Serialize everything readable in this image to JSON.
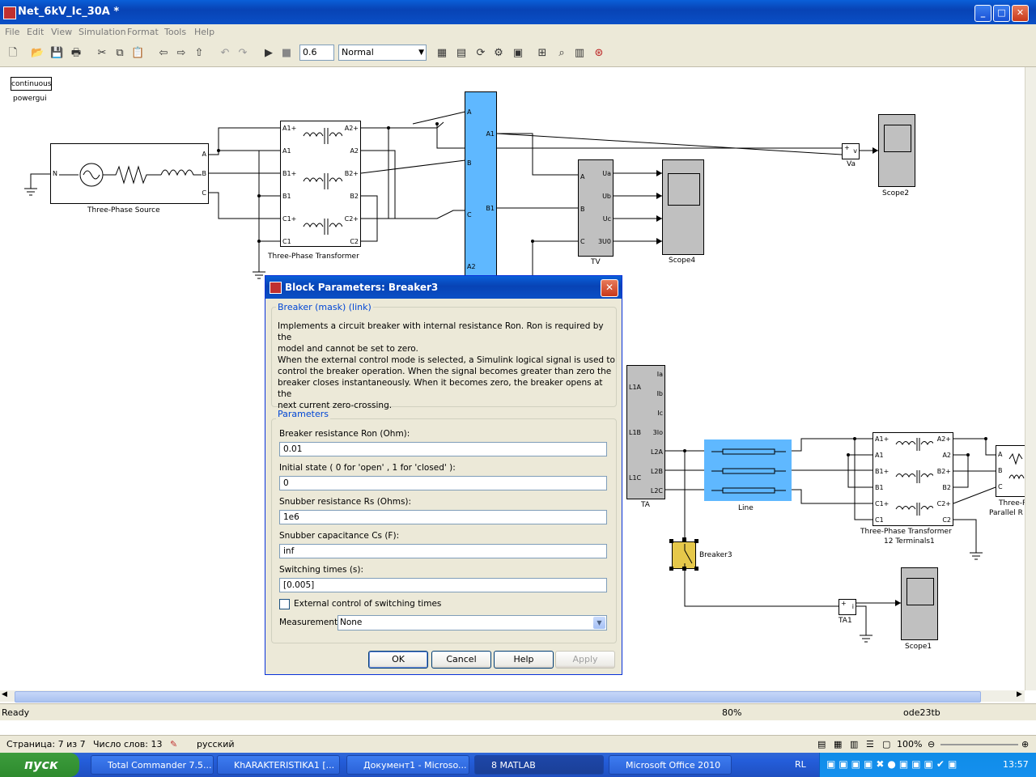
{
  "window": {
    "title": "Net_6kV_Ic_30A *"
  },
  "menu": [
    "File",
    "Edit",
    "View",
    "Simulation",
    "Format",
    "Tools",
    "Help"
  ],
  "toolbar": {
    "stop_time": "0.6",
    "sim_mode": "Normal"
  },
  "diagram": {
    "powergui": {
      "box": "continuous",
      "label": "powergui"
    },
    "source": {
      "label": "Three-Phase Source",
      "ports_left": [
        "N"
      ],
      "ports_right": [
        "A",
        "B",
        "C"
      ]
    },
    "transformer": {
      "label": "Three-Phase Transformer",
      "ports_left": [
        "A1+",
        "A1",
        "B1+",
        "B1",
        "C1+",
        "C1"
      ],
      "ports_right": [
        "A2+",
        "A2",
        "B2+",
        "B2",
        "C2+",
        "C2"
      ]
    },
    "bus": {
      "ports_left": [
        "A",
        "B",
        "C",
        "A2"
      ],
      "ports_right": [
        "A1",
        "B1"
      ]
    },
    "tv": {
      "label": "TV",
      "ports_left": [
        "A",
        "B",
        "C"
      ],
      "ports_right": [
        "Ua",
        "Ub",
        "Uc",
        "3U0"
      ]
    },
    "va": {
      "label": "Va",
      "sign": "+",
      "v": "v"
    },
    "scope2": {
      "label": "Scope2"
    },
    "scope4": {
      "label": "Scope4"
    },
    "scope1": {
      "label": "Scope1"
    },
    "ta": {
      "label": "TA",
      "ports_left": [
        "L1A",
        "L1B",
        "L1C"
      ],
      "ports_right": [
        "Ia",
        "Ib",
        "Ic",
        "3Io",
        "L2A",
        "L2B",
        "L2C"
      ]
    },
    "line": {
      "label": "Line"
    },
    "transformer2": {
      "label1": "Three-Phase Transformer",
      "label2": "12 Terminals1",
      "ports_left": [
        "A1+",
        "A1",
        "B1+",
        "B1",
        "C1+",
        "C1"
      ],
      "ports_right": [
        "A2+",
        "A2",
        "B2+",
        "B2",
        "C2+",
        "C2"
      ]
    },
    "load": {
      "label1": "Three-P",
      "label2": "Parallel R",
      "ports": [
        "A",
        "B",
        "C"
      ]
    },
    "breaker": {
      "label": "Breaker3"
    },
    "ta1": {
      "label": "TA1",
      "sign": "+",
      "i": "i"
    }
  },
  "dialog": {
    "title": "Block Parameters: Breaker3",
    "group1": "Breaker (mask) (link)",
    "desc1": [
      "Implements a circuit breaker with internal resistance Ron. Ron is required by the",
      "model  and cannot be set to zero."
    ],
    "desc2": [
      "When the external control mode is selected, a Simulink  logical signal is used to",
      "control the breaker operation.  When  the signal becomes greater than zero the",
      "breaker closes instantaneously.  When it becomes zero, the breaker opens at the",
      "next current zero-crossing."
    ],
    "group2": "Parameters",
    "fields": [
      {
        "label": "Breaker resistance Ron (Ohm):",
        "value": "0.01"
      },
      {
        "label": "Initial state ( 0 for 'open' , 1 for 'closed' ):",
        "value": "0"
      },
      {
        "label": "Snubber resistance Rs (Ohms):",
        "value": "1e6"
      },
      {
        "label": "Snubber capacitance Cs (F):",
        "value": "inf"
      },
      {
        "label": "Switching times (s):",
        "value": "[0.005]"
      }
    ],
    "checkbox": "External control of switching times",
    "measurements_label": "Measurements",
    "measurements_value": "None",
    "buttons": {
      "ok": "OK",
      "cancel": "Cancel",
      "help": "Help",
      "apply": "Apply"
    }
  },
  "status": {
    "ready": "Ready",
    "zoom": "80%",
    "solver": "ode23tb"
  },
  "word_status": {
    "page": "Страница: 7 из 7",
    "words": "Число слов: 13",
    "lang": "русский",
    "zoom": "100%"
  },
  "taskbar": {
    "start": "пуск",
    "tasks": [
      "Total Commander 7.5...",
      "KhARAKTERISTIKA1 [...",
      "Документ1 - Microso...",
      "8 MATLAB",
      "Microsoft Office 2010"
    ],
    "lang": "RL",
    "clock": "13:57"
  }
}
